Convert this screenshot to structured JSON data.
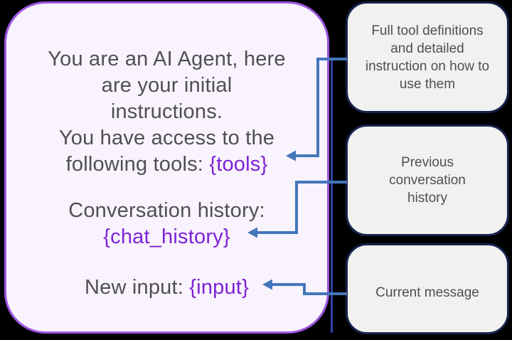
{
  "colors": {
    "background": "#000000",
    "prompt_box_fill": "#f8f3fd",
    "prompt_box_border": "#9d56e0",
    "note_box_fill": "#f1f1f0",
    "note_box_border": "#17234d",
    "text_gray": "#4f4f54",
    "placeholder_purple": "#7e22d5",
    "arrow_blue": "#4476bb",
    "accent_line_blue": "#3b4fc5"
  },
  "prompt_box": {
    "line1": "You are an AI Agent, here",
    "line2": "are your initial",
    "line3": "instructions.",
    "line4": "You have access to the",
    "line5_plain": "following tools: ",
    "line5_placeholder": "{tools}",
    "line6": "Conversation history:",
    "line7_placeholder": "{chat_history}",
    "line8_plain": "New input: ",
    "line8_placeholder": "{input}"
  },
  "annotations": [
    {
      "label": "Full tool definitions and detailed instruction on how to use them"
    },
    {
      "label": "Previous conversation history"
    },
    {
      "label": "Current message"
    }
  ]
}
